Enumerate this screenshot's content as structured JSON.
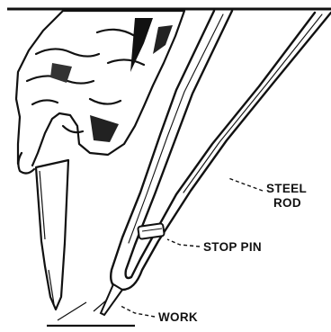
{
  "labels": {
    "steel_rod_line1": "STEEL",
    "steel_rod_line2": "ROD",
    "stop_pin": "STOP PIN",
    "work": "WORK"
  },
  "colors": {
    "ink": "#111111",
    "paper": "#ffffff"
  },
  "icons": [
    "hand-illustration",
    "scriber-tool",
    "steel-rod-gauge",
    "stop-pin",
    "work-piece"
  ]
}
